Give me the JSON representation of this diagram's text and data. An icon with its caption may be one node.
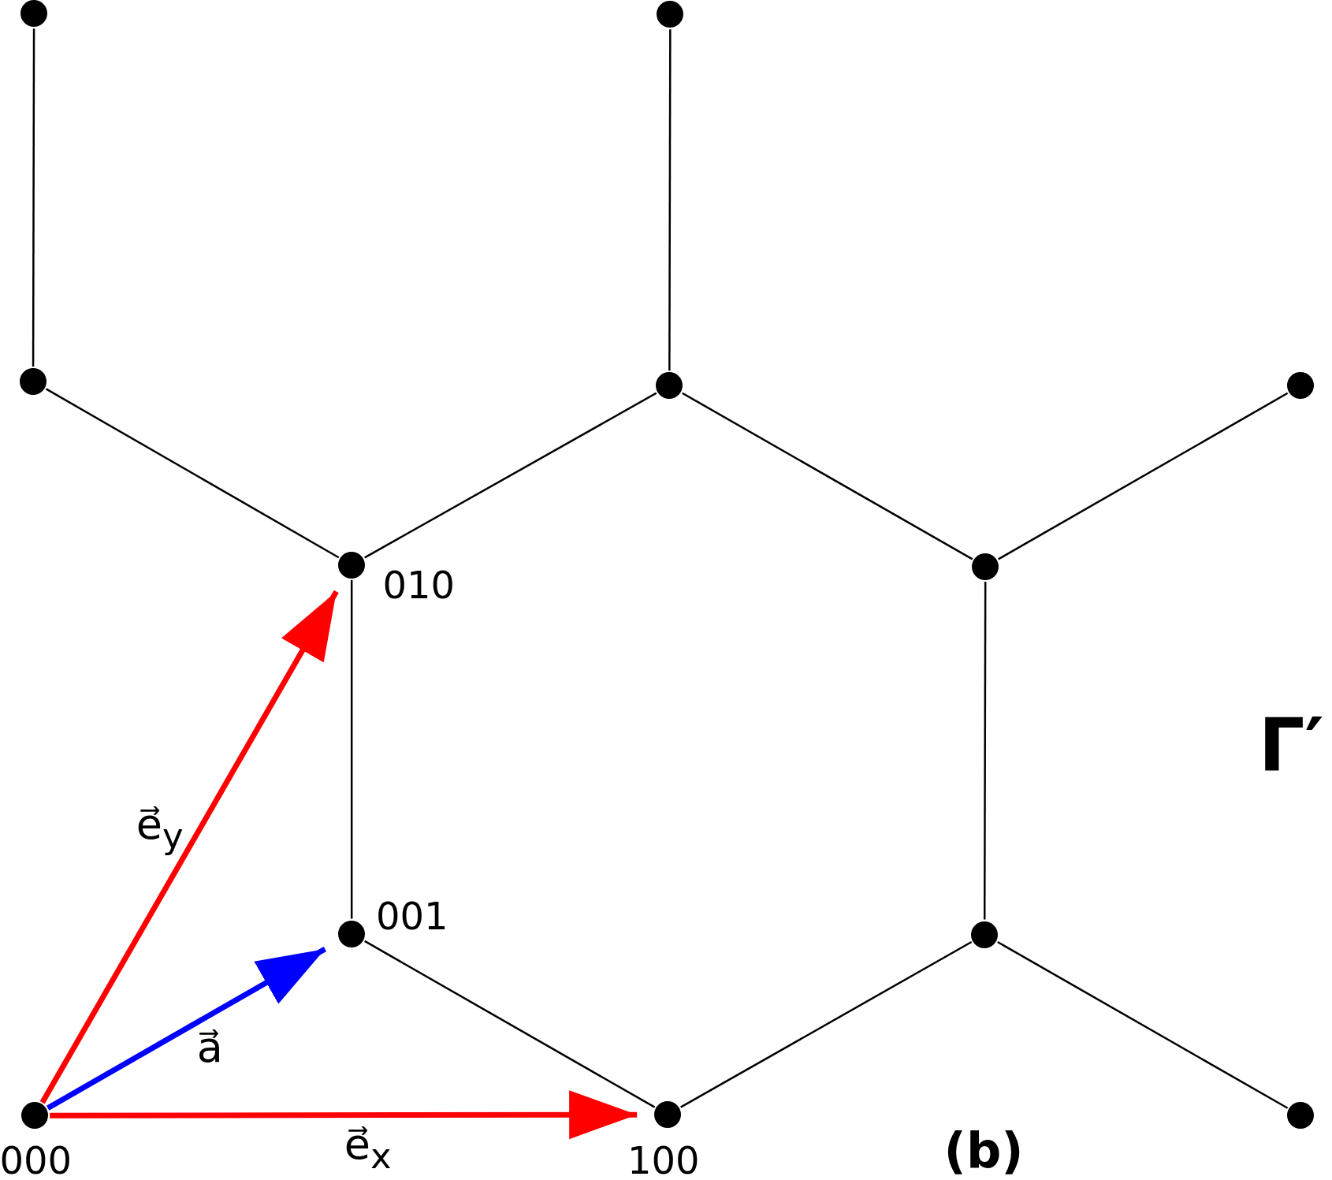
{
  "diagram": {
    "nodes": [
      {
        "text": [],
        "shape": "circle"
      },
      {
        "text": [],
        "shape": "circle"
      },
      {
        "text": [],
        "shape": "circle"
      },
      {
        "text": [],
        "shape": "circle"
      },
      {
        "text": [],
        "shape": "circle"
      },
      {
        "text": [],
        "shape": "circle",
        "beside": [
          "010"
        ]
      },
      {
        "text": [],
        "shape": "circle"
      },
      {
        "text": [],
        "shape": "circle",
        "beside": [
          "001"
        ]
      },
      {
        "text": [],
        "shape": "circle"
      },
      {
        "text": [],
        "shape": "circle",
        "beside": [
          "000"
        ]
      },
      {
        "text": [],
        "shape": "circle",
        "beside": [
          "100"
        ]
      },
      {
        "text": [],
        "shape": "circle"
      }
    ],
    "edges": [
      {
        "from": 0,
        "to": 2,
        "arrow": "none"
      },
      {
        "from": 1,
        "to": 3,
        "arrow": "none"
      },
      {
        "from": 2,
        "to": 5,
        "arrow": "none"
      },
      {
        "from": 5,
        "to": 3,
        "arrow": "none"
      },
      {
        "from": 3,
        "to": 6,
        "arrow": "none"
      },
      {
        "from": 6,
        "to": 4,
        "arrow": "none"
      },
      {
        "from": 5,
        "to": 7,
        "arrow": "none"
      },
      {
        "from": 6,
        "to": 8,
        "arrow": "none"
      },
      {
        "from": 7,
        "to": 10,
        "arrow": "none"
      },
      {
        "from": 10,
        "to": 8,
        "arrow": "none"
      },
      {
        "from": 8,
        "to": 11,
        "arrow": "none"
      },
      {
        "from": 9,
        "to": 10,
        "arrow": "to",
        "label": "e⃗$_{x}$",
        "style": "thick",
        "color": "#ff0000"
      },
      {
        "from": 9,
        "to": 5,
        "arrow": "to",
        "label": "e⃗$_{y}$",
        "style": "thick",
        "color": "#ff0000"
      },
      {
        "from": 9,
        "to": 7,
        "arrow": "to",
        "label": "a⃗",
        "style": "thick",
        "color": "#0000ff"
      }
    ],
    "labels": [
      "Γ′",
      "(b)"
    ]
  }
}
